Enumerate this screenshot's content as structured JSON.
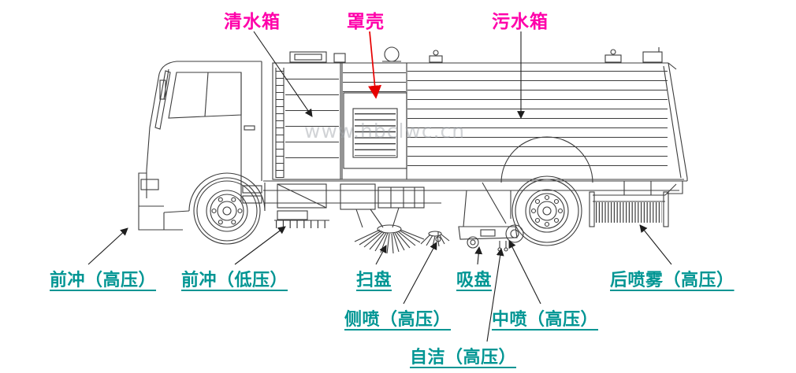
{
  "diagram": {
    "watermark": "www.hbclwc.cn",
    "colors": {
      "top_label": "#ff00aa",
      "bottom_label": "#009593",
      "cover_arrow": "#e60000",
      "leader_line": "#1e1e1e",
      "line_art": "#3c3c3c"
    },
    "labels": {
      "clean_water_tank": "清水箱",
      "cover": "罩壳",
      "sewage_tank": "污水箱",
      "front_flush_high": "前冲（高压）",
      "front_flush_low": "前冲（低压）",
      "sweep_disc": "扫盘",
      "suction_disc": "吸盘",
      "rear_mist_high": "后喷雾（高压）",
      "side_spray_high": "侧喷（高压）",
      "middle_spray_high": "中喷（高压）",
      "self_clean_high": "自洁（高压）"
    }
  }
}
